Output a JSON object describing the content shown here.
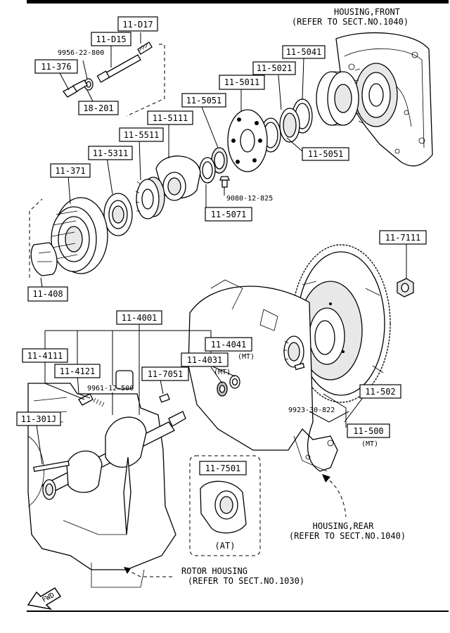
{
  "callouts": {
    "c_11_D17": "11-D17",
    "c_11_D15": "11-D15",
    "c_11_376": "11-376",
    "c_18_201": "18-201",
    "c_11_5041": "11-5041",
    "c_11_5021": "11-5021",
    "c_11_5011": "11-5011",
    "c_11_5051a": "11-5051",
    "c_11_5051b": "11-5051",
    "c_11_5111": "11-5111",
    "c_11_5511": "11-5511",
    "c_11_5311": "11-5311",
    "c_11_371": "11-371",
    "c_11_5071": "11-5071",
    "c_11_408": "11-408",
    "c_11_7111": "11-7111",
    "c_11_4001": "11-4001",
    "c_11_4041": "11-4041",
    "c_11_4031": "11-4031",
    "c_11_4111": "11-4111",
    "c_11_4121": "11-4121",
    "c_11_7051": "11-7051",
    "c_11_301J": "11-301J",
    "c_11_502": "11-502",
    "c_11_500": "11-500",
    "c_11_7501": "11-7501"
  },
  "part_numbers": {
    "p_9956": "9956-22-800",
    "p_9080": "9080-12-825",
    "p_9961": "9961-12-500",
    "p_9923": "9923-30-822"
  },
  "variants": {
    "mt_4041": "(MT)",
    "mt_4031": "(MT)",
    "mt_500": "(MT)",
    "at_box": "(AT)"
  },
  "references": {
    "front_title": "HOUSING,FRONT",
    "front_ref": "(REFER TO SECT.NO.1040)",
    "rear_title": "HOUSING,REAR",
    "rear_ref": "(REFER TO SECT.NO.1040)",
    "rotor_title": "ROTOR HOUSING",
    "rotor_ref": "(REFER TO SECT.NO.1030)"
  },
  "fwd_label": "FWD"
}
